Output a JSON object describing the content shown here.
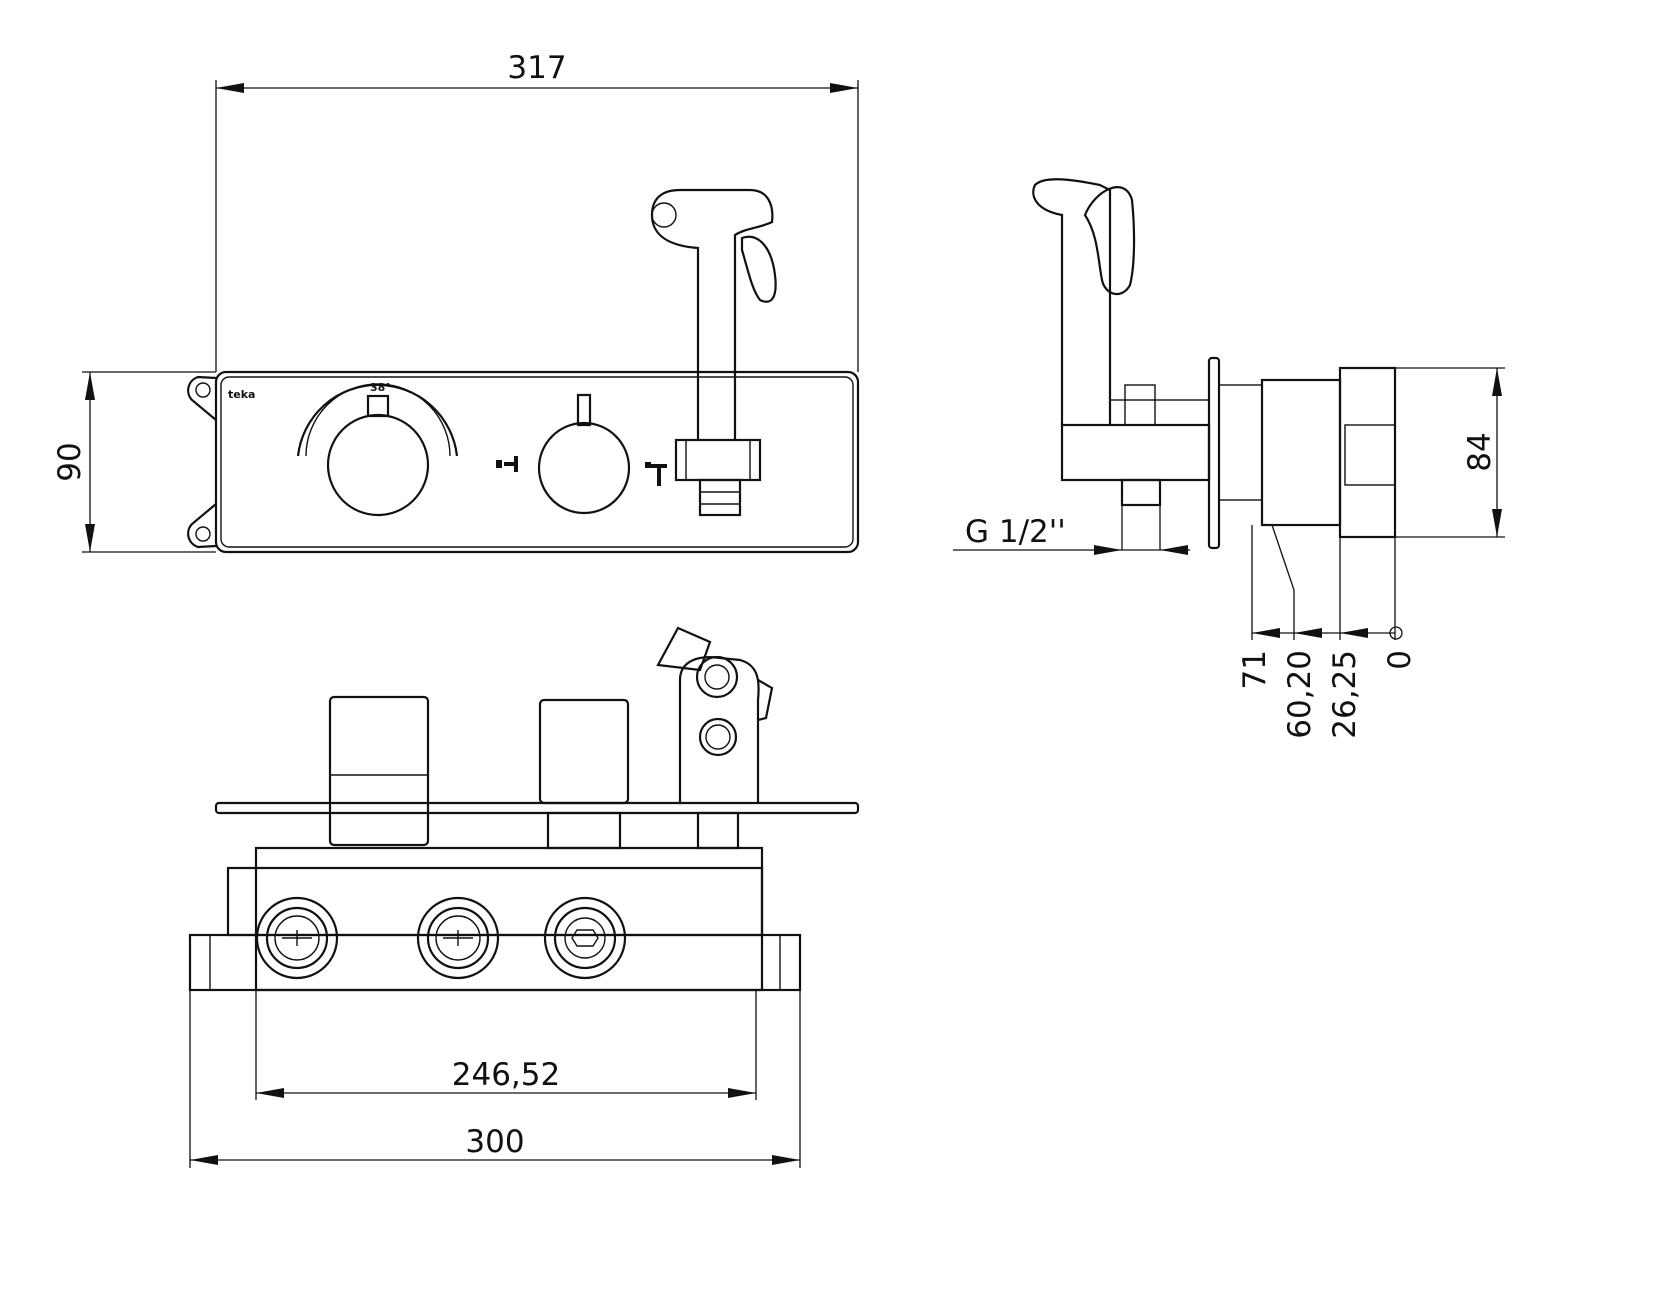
{
  "drawing": {
    "brand_logo": "teka",
    "temperature_mark": "38°",
    "dimensions": {
      "overall_width_top": "317",
      "plate_height": "90",
      "depth_height": "84",
      "thread": "G 1/2''",
      "depth_71": "71",
      "depth_60_20": "60,20",
      "depth_26_25": "26,25",
      "depth_0": "0",
      "inlet_spacing": "246,52",
      "body_width": "300"
    }
  }
}
